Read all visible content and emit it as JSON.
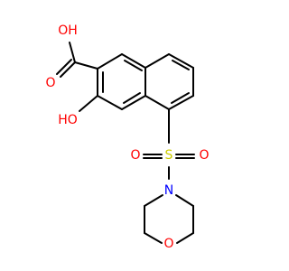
{
  "labels": {
    "carboxyl_oh": "OH",
    "carboxyl_o": "O",
    "phenol_oh": "HO",
    "sulfur": "S",
    "sulfonyl_o_left": "O",
    "sulfonyl_o_right": "O",
    "morpholine_n": "N",
    "morpholine_o": "O"
  },
  "colors": {
    "oxygen": "#ff0000",
    "sulfur": "#cccc00",
    "nitrogen": "#0000ff",
    "bond": "#000000"
  }
}
